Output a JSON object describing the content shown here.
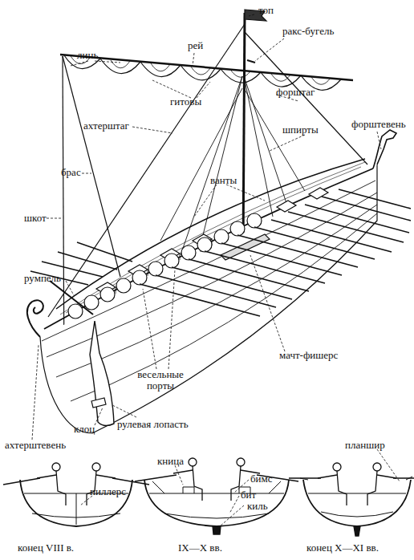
{
  "diagram": {
    "labels": [
      "топ",
      "рей",
      "ракс-бугель",
      "линь",
      "гитовы",
      "форштаг",
      "ахтерштаг",
      "шпирты",
      "форштевень",
      "брас",
      "ванты",
      "шкот",
      "румпель",
      "мачт-фишерс",
      "весельные порты",
      "рулевая лопасть",
      "клоц",
      "ахтерштевень",
      "планшир",
      "кница",
      "бимс",
      "пиллерс",
      "бит",
      "киль",
      "конец VIII в.",
      "IX—X вв.",
      "конец X—XI вв."
    ]
  }
}
